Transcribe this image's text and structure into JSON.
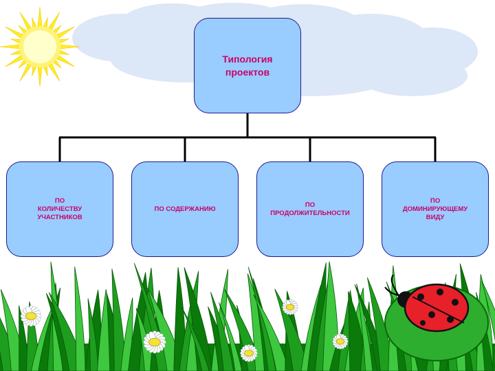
{
  "diagram": {
    "root": {
      "label": "Типология\nпроектов"
    },
    "children": [
      {
        "label": "ПО\nКОЛИЧЕСТВУ\nУЧАСТНИКОВ"
      },
      {
        "label": "ПО СОДЕРЖАНИЮ"
      },
      {
        "label": "ПО\nПРОДОЛЖИТЕЛЬНОСТИ"
      },
      {
        "label": "ПО\nДОМИНИРУЮЩЕМУ\nВИДУ"
      }
    ]
  },
  "colors": {
    "node_fill": "#99ccff",
    "node_border": "#1a1a8c",
    "node_text": "#cc0066",
    "connector": "#000000",
    "grass_dark": "#0a7a0a",
    "grass_light": "#3fc83f",
    "sun": "#ffee22",
    "cloud": "#dbe6f7",
    "ladybug": "#e8202a"
  },
  "decorations": {
    "sun": "sun-icon",
    "cloud": "cloud-icon",
    "grass": "grass-illustration",
    "flowers": "daisy-icon",
    "ladybug": "ladybug-icon"
  }
}
